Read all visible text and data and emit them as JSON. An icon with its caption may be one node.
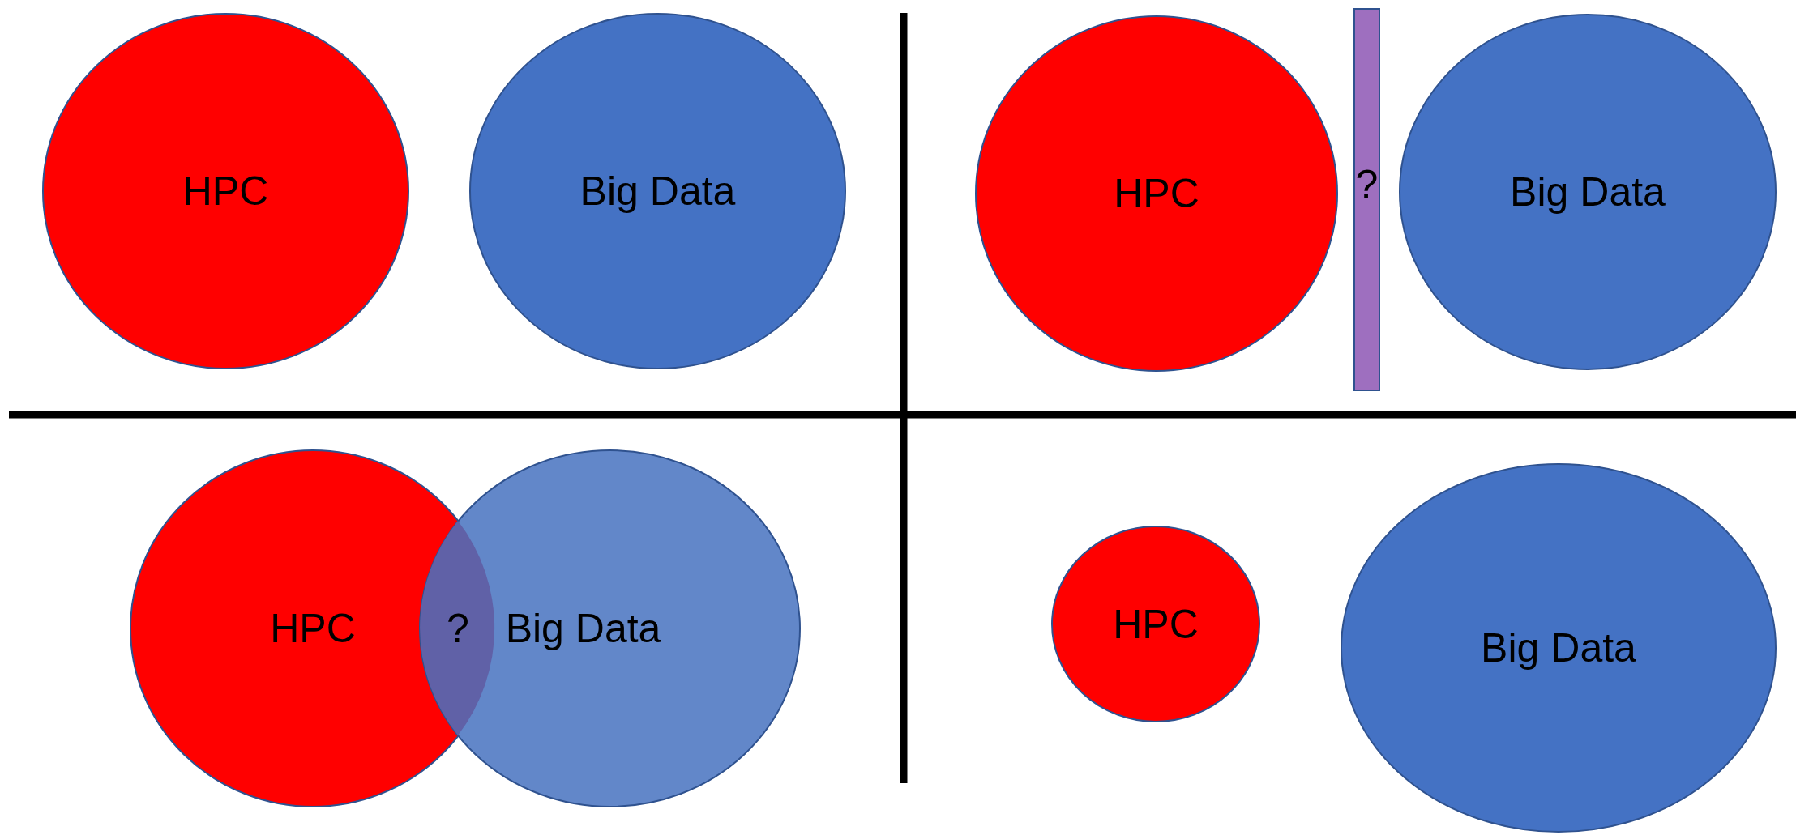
{
  "diagram": {
    "nodes": [
      {
        "text": [
          "HPC"
        ]
      },
      {
        "text": [
          "Big Data"
        ]
      },
      {
        "text": [
          "HPC"
        ]
      },
      {
        "text": [
          "?"
        ]
      },
      {
        "text": [
          "Big Data"
        ]
      },
      {
        "text": [
          "HPC"
        ]
      },
      {
        "text": [
          "?"
        ]
      },
      {
        "text": [
          "Big Data"
        ]
      },
      {
        "text": [
          "HPC"
        ]
      },
      {
        "text": [
          "Big Data"
        ]
      }
    ],
    "edges": []
  }
}
